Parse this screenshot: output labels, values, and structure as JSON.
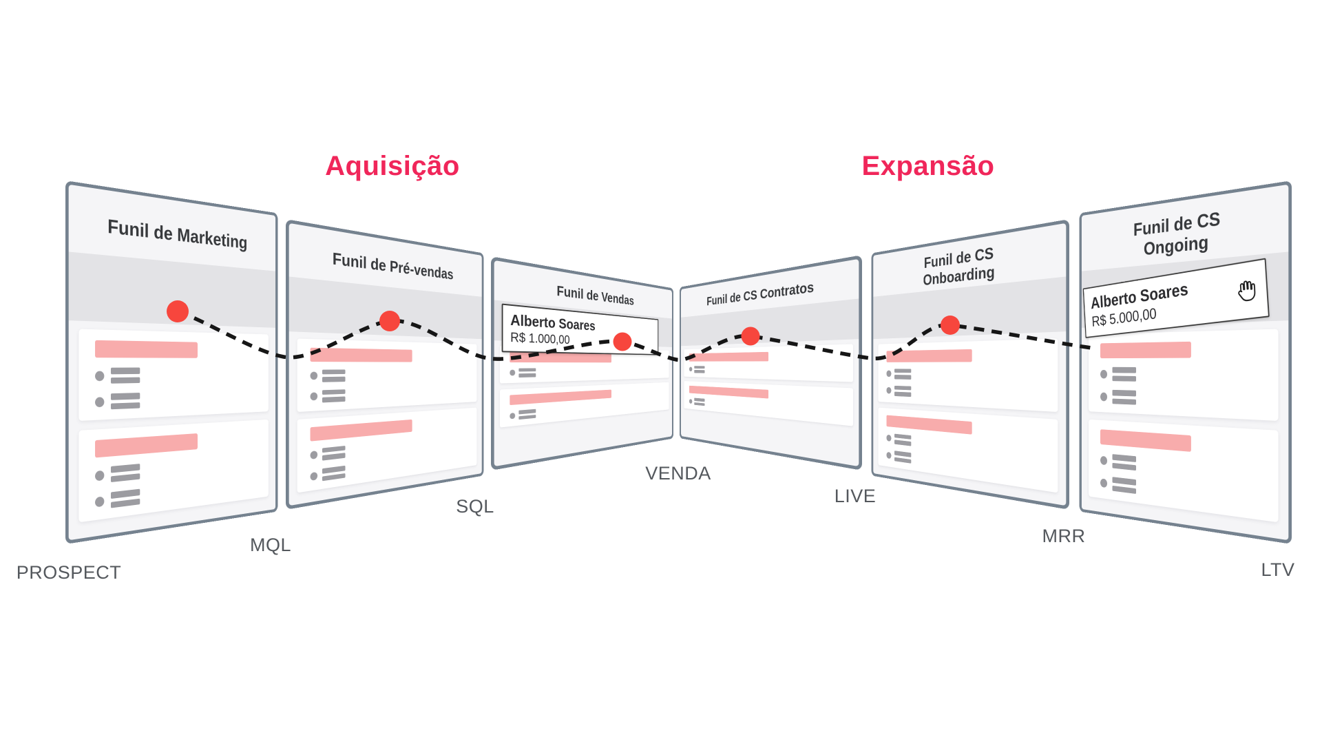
{
  "sections": {
    "acquisition": "Aquisição",
    "expansion": "Expansão"
  },
  "panels": [
    {
      "title": "Funil de Marketing"
    },
    {
      "title": "Funil de Pré-vendas"
    },
    {
      "title": "Funil de Vendas"
    },
    {
      "title": "Funil de CS Contratos"
    },
    {
      "title": "Funil de CS Onboarding"
    },
    {
      "title": "Funil de CS Ongoing"
    }
  ],
  "milestones": {
    "prospect": "PROSPECT",
    "mql": "MQL",
    "sql": "SQL",
    "venda": "VENDA",
    "live": "LIVE",
    "mrr": "MRR",
    "ltv": "LTV"
  },
  "deal_cards": {
    "vendas": {
      "name": "Alberto Soares",
      "value": "R$ 1.000,00"
    },
    "ongoing": {
      "name": "Alberto Soares",
      "value": "R$ 5.000,00"
    }
  },
  "colors": {
    "accent_pink": "#F0265A",
    "dot_red": "#F7463D",
    "bar_pink": "#F8ACAC",
    "panel_border": "#75828F",
    "banner_gray": "#E3E3E6",
    "label_gray": "#54585D",
    "dashed_line": "#161616"
  }
}
